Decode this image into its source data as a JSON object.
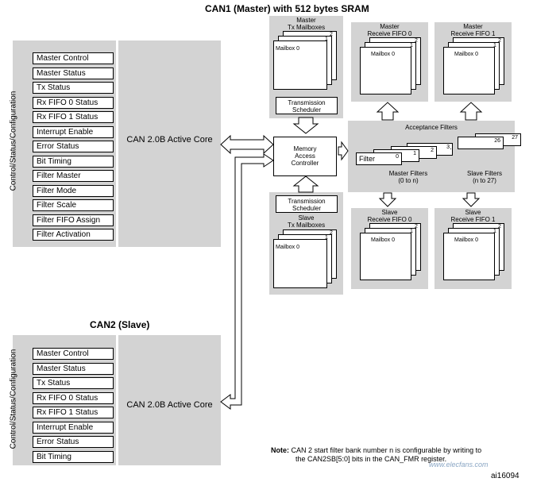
{
  "title_can1": "CAN1 (Master) with 512 bytes SRAM",
  "title_can2": "CAN2 (Slave)",
  "can1": {
    "side_label": "Control/Status/Configuration",
    "registers": [
      "Master Control",
      "Master Status",
      "Tx Status",
      "Rx FIFO 0 Status",
      "Rx FIFO 1 Status",
      "Interrupt Enable",
      "Error Status",
      "Bit Timing",
      "Filter Master",
      "Filter Mode",
      "Filter Scale",
      "Filter FIFO Assign",
      "Filter Activation"
    ],
    "core": "CAN 2.0B Active Core"
  },
  "can2": {
    "side_label": "Control/Status/Configuration",
    "registers": [
      "Master Control",
      "Master Status",
      "Tx Status",
      "Rx FIFO 0 Status",
      "Rx FIFO 1 Status",
      "Interrupt Enable",
      "Error Status",
      "Bit Timing"
    ],
    "core": "CAN 2.0B Active Core"
  },
  "master_tx": {
    "title": "Master\nTx Mailboxes",
    "mailbox": "Mailbox 0",
    "n1": "1",
    "n2": "2",
    "scheduler": "Transmission\nScheduler"
  },
  "slave_tx": {
    "title": "Slave\nTx Mailboxes",
    "mailbox": "Mailbox 0",
    "n1": "1",
    "n2": "2",
    "scheduler": "Transmission\nScheduler"
  },
  "master_rx0": {
    "title": "Master\nReceive FIFO 0",
    "mailbox": "Mailbox 0",
    "n1": "1",
    "n2": "2"
  },
  "master_rx1": {
    "title": "Master\nReceive FIFO 1",
    "mailbox": "Mailbox 0",
    "n1": "1",
    "n2": "2"
  },
  "slave_rx0": {
    "title": "Slave\nReceive FIFO 0",
    "mailbox": "Mailbox 0",
    "n1": "1",
    "n2": "2"
  },
  "slave_rx1": {
    "title": "Slave\nReceive FIFO 1",
    "mailbox": "Mailbox 0",
    "n1": "1",
    "n2": "2"
  },
  "mac": "Memory\nAccess\nController",
  "filters": {
    "title": "Acceptance Filters",
    "filter_label": "Filter",
    "numbers": [
      "0",
      "1",
      "2",
      "3",
      "26",
      "27"
    ],
    "master_label": "Master Filters\n(0 to n)",
    "slave_label": "Slave Filters\n(n to 27)"
  },
  "note": {
    "prefix": "Note:",
    "line1": "CAN 2 start filter bank number n is configurable by writing to",
    "line2": "the CAN2SB[5:0] bits in the CAN_FMR register."
  },
  "watermark": "www.elecfans.com",
  "figure_id": "ai16094"
}
